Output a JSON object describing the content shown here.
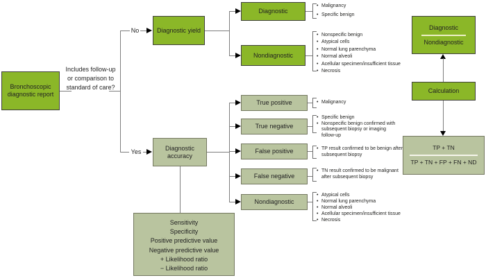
{
  "palette": {
    "bright_green": "#8bb728",
    "sage_green": "#b9c49f",
    "line_gray": "#7d7d7d",
    "divider_cream": "#eef0c8",
    "divider_white": "#f6f6ec"
  },
  "start": {
    "label": "Bronchoscopic diagnostic report"
  },
  "question": {
    "text": "Includes follow-up or comparison to standard of care?",
    "no_label": "No",
    "yes_label": "Yes"
  },
  "yield_branch": {
    "box_label": "Diagnostic yield",
    "diagnostic": {
      "label": "Diagnostic",
      "bullets": [
        "Malignancy",
        "Specific benign"
      ]
    },
    "nondiagnostic": {
      "label": "Nondiagnostic",
      "bullets": [
        "Nonspecific benign",
        "Atypical cells",
        "Normal lung parenchyma",
        "Normal alveoli",
        "Acellular specimen/insufficient tissue",
        "Necrosis"
      ]
    }
  },
  "accuracy_branch": {
    "box_label": "Diagnostic accuracy",
    "true_positive": {
      "label": "True positive",
      "bullets": [
        "Malignancy"
      ]
    },
    "true_negative": {
      "label": "True negative",
      "bullets": [
        "Specific benign",
        "Nonspecific benign confirmed with subsequent biopsy or imaging follow-up"
      ]
    },
    "false_positive": {
      "label": "False positive",
      "bullets": [
        "TP result confirmed to be benign after subsequent biopsy"
      ]
    },
    "false_negative": {
      "label": "False negative",
      "bullets": [
        "TN result confirmed to be malignant after subsequent biopsy"
      ]
    },
    "nondiagnostic": {
      "label": "Nondiagnostic",
      "bullets": [
        "Atypical cells",
        "Normal lung parenchyma",
        "Normal alveoli",
        "Acellular specimen/insufficient tissue",
        "Necrosis"
      ]
    },
    "metrics": [
      "Sensitivity",
      "Specificity",
      "Positive predictive value",
      "Negative predictive value",
      "+ Likelihood ratio",
      "− Likelihood ratio"
    ]
  },
  "calculation": {
    "label": "Calculation",
    "ratio": {
      "numerator": "Diagnostic",
      "denominator": "Nondiagnostic"
    },
    "formula": {
      "numerator": "TP + TN",
      "denominator": "TP + TN + FP + FN + ND"
    }
  }
}
